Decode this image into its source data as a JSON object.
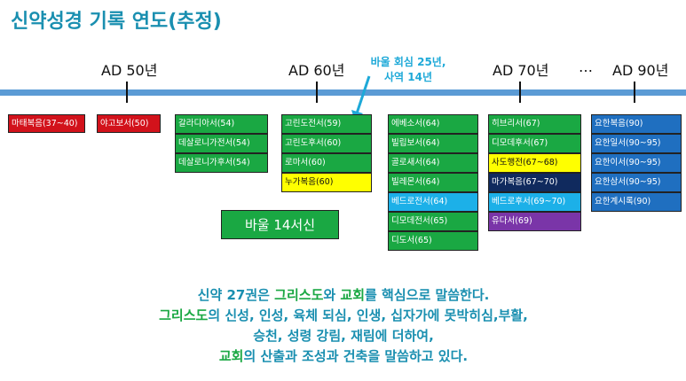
{
  "title": "신약성경 기록 연도(추정)",
  "eras": {
    "ad50": "AD 50년",
    "ad60": "AD 60년",
    "ad70": "AD 70년",
    "ellipsis": "…",
    "ad90": "AD 90년"
  },
  "note": {
    "line1": "바울 회심 25년,",
    "line2": "사역 14년"
  },
  "books": {
    "col1": [
      "마태복음(37~40)"
    ],
    "col2": [
      "야고보서(50)"
    ],
    "col3": [
      "갈라디아서(54)",
      "데살로니가전서(54)",
      "데살로니가후서(54)"
    ],
    "col4": [
      "고린도전서(59)",
      "고린도후서(60)",
      "로마서(60)",
      "누가복음(60)"
    ],
    "col5": [
      "에베소서(64)",
      "빌립보서(64)",
      "골로새서(64)",
      "빌레몬서(64)",
      "베드로전서(64)",
      "디모데전서(65)",
      "디도서(65)"
    ],
    "col6": [
      "히브리서(67)",
      "디모데후서(67)",
      "사도행전(67~68)",
      "마가복음(67~70)",
      "베드로후서(69~70)",
      "유다서(69)"
    ],
    "col7": [
      "요한복음(90)",
      "요한일서(90~95)",
      "요한이서(90~95)",
      "요한삼서(90~95)",
      "요한계시록(90)"
    ]
  },
  "paul_label": "바울 14서신",
  "summary": {
    "l1a": "신약 27권은 ",
    "l1b": "그리스도",
    "l1c": "와 ",
    "l1d": "교회",
    "l1e": "를 핵심으로 말씀한다.",
    "l2a": "그리스도",
    "l2b": "의 신성, 인성, 육체 되심, 인생, 십자가에 못박히심,부활,",
    "l3": "승천, 성령 강림, 재림에 더하여,",
    "l4a": "교회",
    "l4b": "의 산출과 조성과 건축을 말씀하고 있다."
  },
  "colors": {
    "title": "#1a8fb0",
    "green": "#1aa843",
    "red": "#d2121b",
    "yellow": "#ffff00",
    "cyan": "#1cb0e8",
    "navy": "#102a5e",
    "purple": "#7a35a8",
    "blue": "#1f6fc0",
    "timeline": "#5b9bd5"
  }
}
